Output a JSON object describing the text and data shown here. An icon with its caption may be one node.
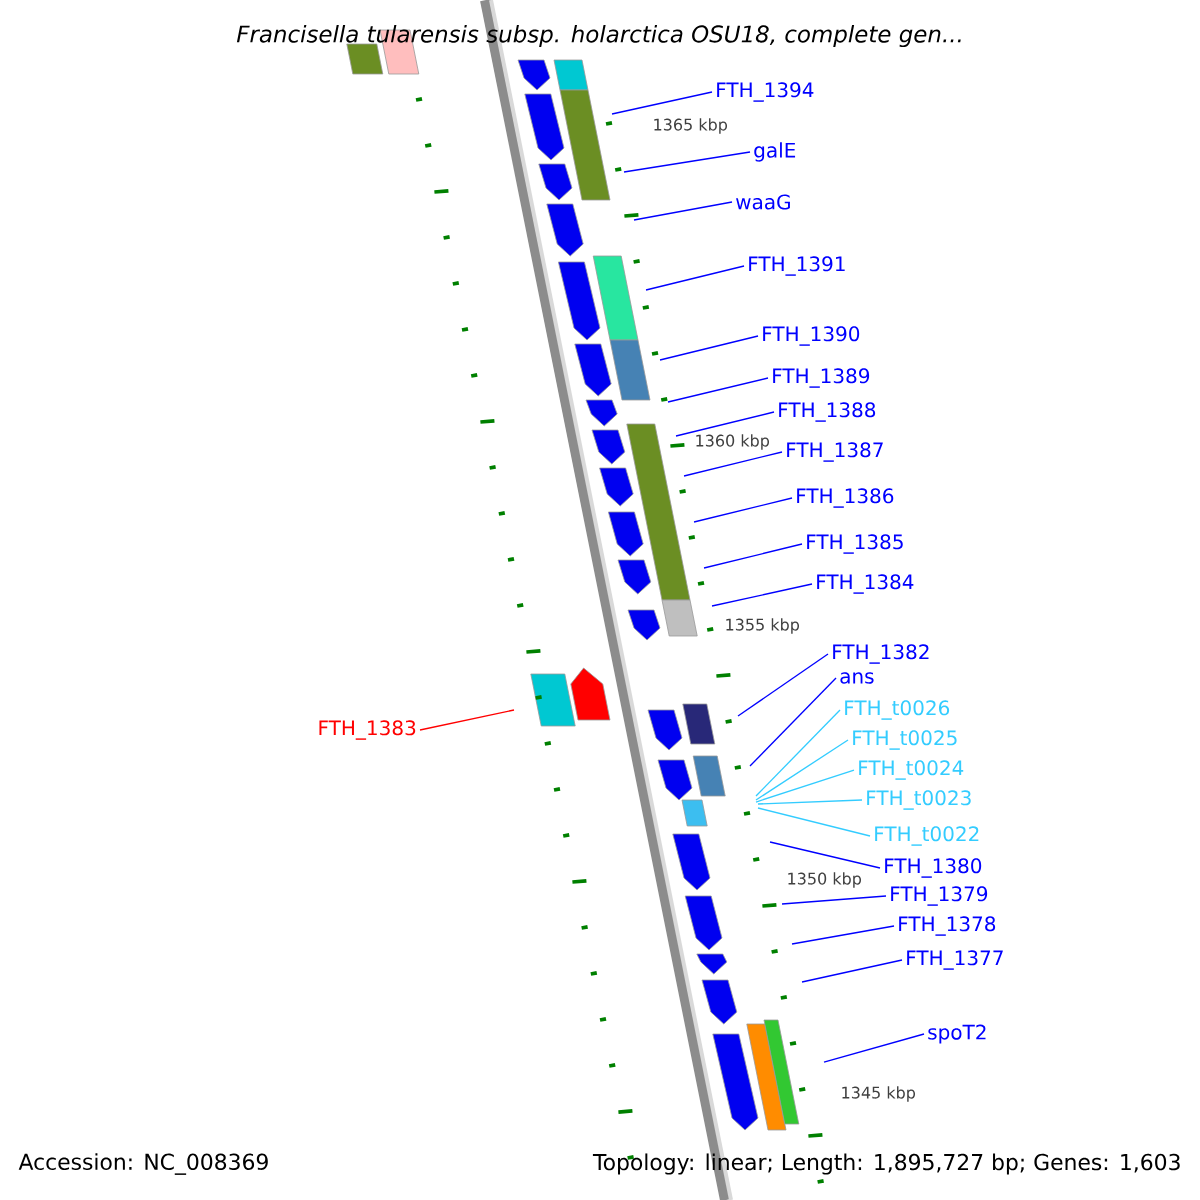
{
  "diagram": {
    "title": "*Francisella tularensis* subsp. *holarctica* OSU18, complete gen...",
    "nodes": [
      {
        "text": [
          "FTH_1394"
        ]
      },
      {
        "text": [
          "galE"
        ]
      },
      {
        "text": [
          "waaG"
        ]
      },
      {
        "text": [
          "FTH_1391"
        ]
      },
      {
        "text": [
          "FTH_1390"
        ]
      },
      {
        "text": [
          "FTH_1389"
        ]
      },
      {
        "text": [
          "FTH_1388"
        ]
      },
      {
        "text": [
          "FTH_1387"
        ]
      },
      {
        "text": [
          "FTH_1386"
        ]
      },
      {
        "text": [
          "FTH_1385"
        ]
      },
      {
        "text": [
          "FTH_1384"
        ]
      },
      {
        "text": [
          "FTH_1383"
        ]
      },
      {
        "text": [
          "FTH_1382"
        ]
      },
      {
        "text": [
          "ans"
        ]
      },
      {
        "text": [
          "FTH_t0026"
        ]
      },
      {
        "text": [
          "FTH_t0025"
        ]
      },
      {
        "text": [
          "FTH_t0024"
        ]
      },
      {
        "text": [
          "FTH_t0023"
        ]
      },
      {
        "text": [
          "FTH_t0022"
        ]
      },
      {
        "text": [
          "FTH_1380"
        ]
      },
      {
        "text": [
          "FTH_1379"
        ]
      },
      {
        "text": [
          "FTH_1378"
        ]
      },
      {
        "text": [
          "FTH_1377"
        ]
      },
      {
        "text": [
          "spoT2"
        ]
      }
    ],
    "edges": [
      {
        "from": 0,
        "to": null,
        "arrow": "none"
      },
      {
        "from": 1,
        "to": null,
        "arrow": "none"
      },
      {
        "from": 2,
        "to": null,
        "arrow": "none"
      },
      {
        "from": 3,
        "to": null,
        "arrow": "none"
      },
      {
        "from": 4,
        "to": null,
        "arrow": "none"
      },
      {
        "from": 5,
        "to": null,
        "arrow": "none"
      },
      {
        "from": 6,
        "to": null,
        "arrow": "none"
      },
      {
        "from": 7,
        "to": null,
        "arrow": "none"
      },
      {
        "from": 8,
        "to": null,
        "arrow": "none"
      },
      {
        "from": 9,
        "to": null,
        "arrow": "none"
      },
      {
        "from": 10,
        "to": null,
        "arrow": "none"
      },
      {
        "from": 11,
        "to": null,
        "arrow": "none",
        "color": "#ff0000"
      },
      {
        "from": 12,
        "to": null,
        "arrow": "none"
      },
      {
        "from": 13,
        "to": null,
        "arrow": "none"
      },
      {
        "from": 14,
        "to": null,
        "arrow": "none",
        "color": "#33ccff"
      },
      {
        "from": 15,
        "to": null,
        "arrow": "none",
        "color": "#33ccff"
      },
      {
        "from": 16,
        "to": null,
        "arrow": "none",
        "color": "#33ccff"
      },
      {
        "from": 17,
        "to": null,
        "arrow": "none",
        "color": "#33ccff"
      },
      {
        "from": 18,
        "to": null,
        "arrow": "none",
        "color": "#33ccff"
      },
      {
        "from": 19,
        "to": null,
        "arrow": "none"
      },
      {
        "from": 20,
        "to": null,
        "arrow": "none"
      },
      {
        "from": 21,
        "to": null,
        "arrow": "none"
      },
      {
        "from": 22,
        "to": null,
        "arrow": "none"
      },
      {
        "from": 23,
        "to": null,
        "arrow": "none"
      }
    ],
    "labels": [
      "1365 kbp",
      "1360 kbp",
      "1355 kbp",
      "1350 kbp",
      "1345 kbp",
      "Accession: NC_008369",
      "Topology: linear; Length: 1,895,727 bp; Genes: 1,603"
    ]
  }
}
